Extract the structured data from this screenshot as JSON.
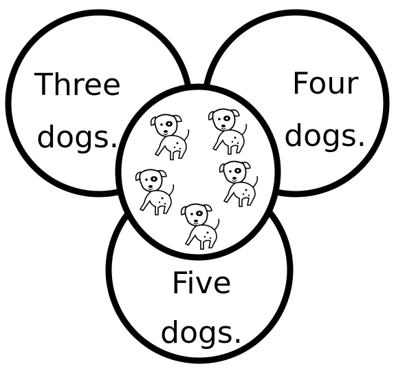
{
  "diagram": {
    "circles": [
      {
        "id": "three",
        "lines": [
          "Three",
          "dogs."
        ]
      },
      {
        "id": "four",
        "lines": [
          "Four",
          "dogs."
        ]
      },
      {
        "id": "five",
        "lines": [
          "Five",
          "dogs."
        ]
      }
    ],
    "center_dog_count": 5,
    "colors": {
      "stroke": "#000000",
      "fill": "#ffffff"
    },
    "icon": "dog-icon"
  }
}
